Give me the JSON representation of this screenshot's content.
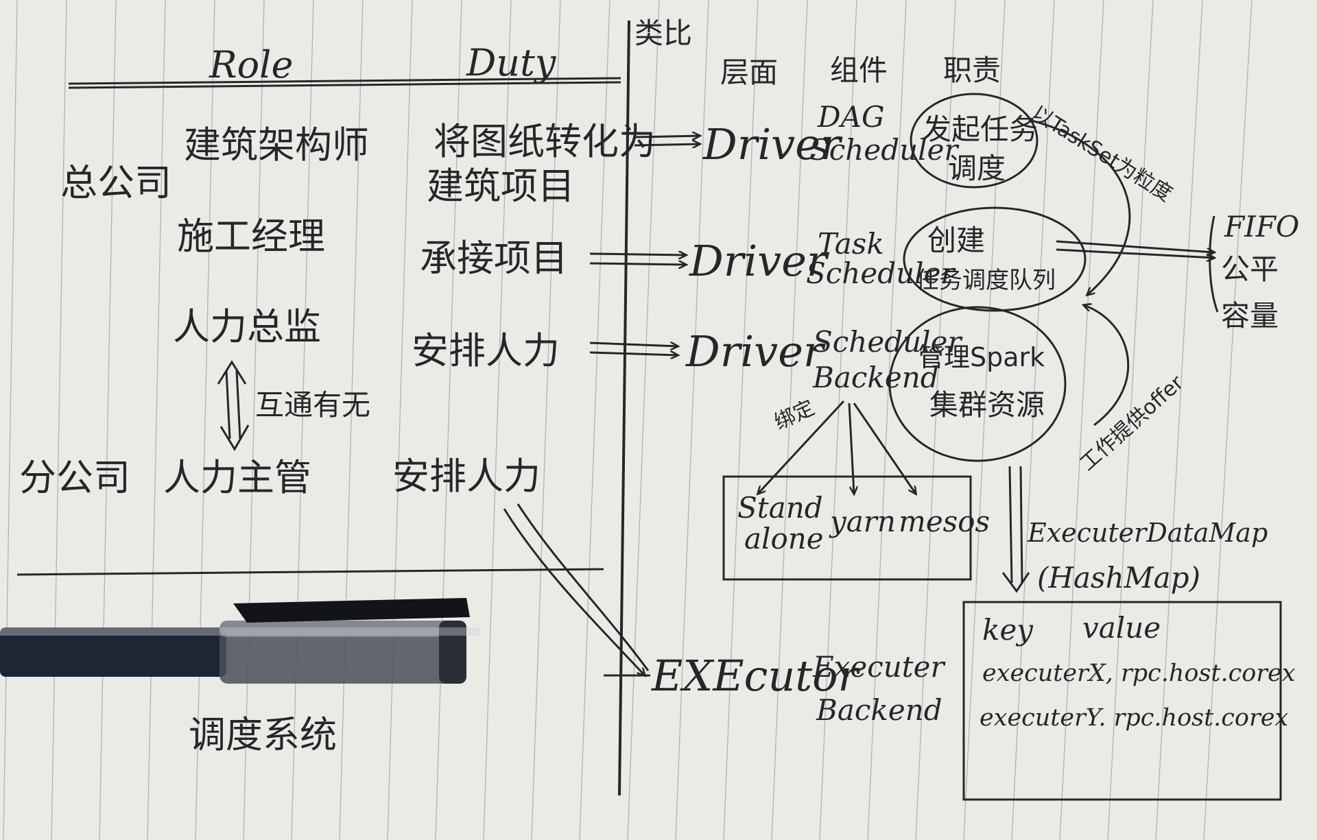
{
  "notebook": {
    "paper_color": "#ebebe6",
    "ink_color": "#26262a",
    "rule_color": "#9a9fa6"
  },
  "header": {
    "role": "Role",
    "duty": "Duty",
    "analogy": "类比",
    "layer": "层面",
    "component": "组件",
    "responsibility": "职责"
  },
  "org": {
    "head_office": "总公司",
    "branch_office": "分公司"
  },
  "roles": {
    "architect": "建筑架构师",
    "construction_manager": "施工经理",
    "hr_director": "人力总监",
    "exchange": "互通有无",
    "hr_supervisor": "人力主管"
  },
  "duties": {
    "blueprint_line1": "将图纸转化为",
    "blueprint_line2": "建筑项目",
    "take_project": "承接项目",
    "arrange_staff_1": "安排人力",
    "arrange_staff_2": "安排人力"
  },
  "layers": {
    "driver_1": "Driver",
    "driver_2": "Driver",
    "driver_3": "Driver",
    "executor": "EXEcutor"
  },
  "components": {
    "dag_line1": "DAG",
    "dag_line2": "Scheduler",
    "task_line1": "Task",
    "task_line2": "Scheduler",
    "backend_line1": "Scheduler",
    "backend_line2": "Backend",
    "exec_backend_line1": "Executer",
    "exec_backend_line2": "Backend"
  },
  "responsibilities": {
    "dispatch_line1": "发起任务",
    "dispatch_line2": "调度",
    "create_line1": "创建",
    "create_line2": "任务调度队列",
    "manage_line1": "管理Spark",
    "manage_line2": "集群资源"
  },
  "side_notes": {
    "bind": "绑定",
    "task_set": "以TaskSet为粒度",
    "work_offer": "工作提供offer"
  },
  "scheduling_modes": [
    "FIFO",
    "公平",
    "容量"
  ],
  "cluster_managers": {
    "standalone_line1": "Stand",
    "standalone_line2": "alone",
    "yarn": "yarn",
    "mesos": "mesos"
  },
  "executor_map": {
    "name": "ExecuterDataMap",
    "type": "(HashMap)",
    "key_header": "key",
    "value_header": "value",
    "rows": [
      "executerX, rpc.host.corex",
      "executerY. rpc.host.corex"
    ]
  },
  "bottom": {
    "scheduling_system": "调度系统"
  }
}
